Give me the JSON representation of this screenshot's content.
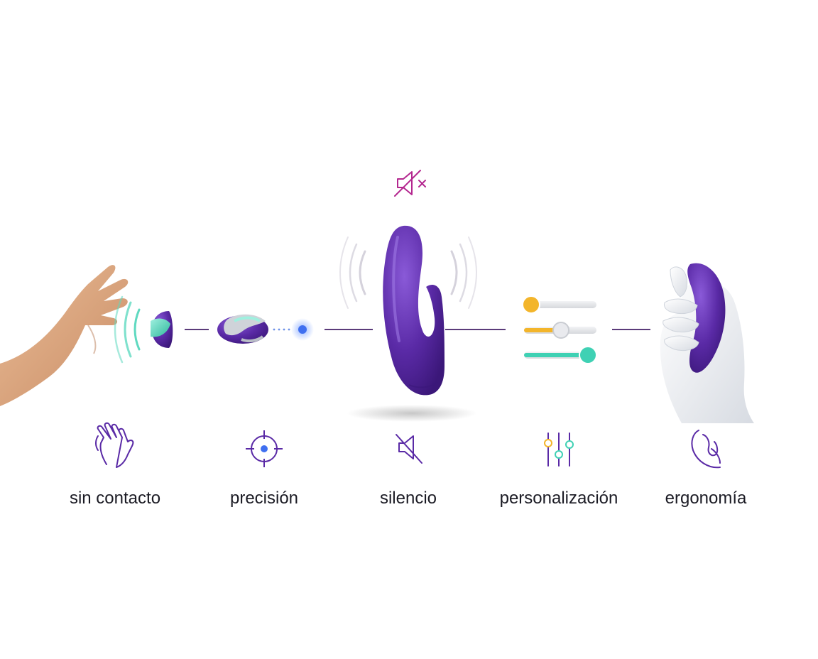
{
  "features": [
    {
      "label": "sin contacto",
      "icon": "hand-wave-icon"
    },
    {
      "label": "precisión",
      "icon": "crosshair-target-icon"
    },
    {
      "label": "silencio",
      "icon": "speaker-mute-icon"
    },
    {
      "label": "personalización",
      "icon": "sliders-icon"
    },
    {
      "label": "ergonomía",
      "icon": "hand-device-icon"
    }
  ],
  "colors": {
    "purple": "#5a2aa6",
    "purple_dark": "#3b1779",
    "teal": "#3fd1b4",
    "blue": "#3f6ff0",
    "yellow": "#f3b52b",
    "magenta": "#b4278f",
    "connector": "#5b3b7a",
    "text": "#1b1b24"
  }
}
